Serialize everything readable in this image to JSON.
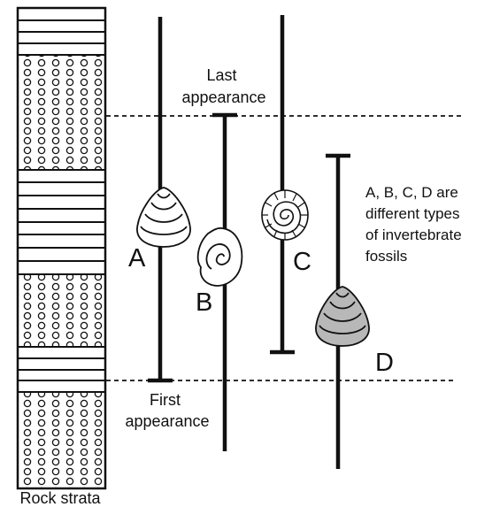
{
  "strata_label": "Rock strata",
  "last_appearance_label": [
    "Last",
    "appearance"
  ],
  "first_appearance_label": [
    "First",
    "appearance"
  ],
  "fossils": [
    {
      "letter": "A",
      "kind": "shell",
      "fill": "#ffffff"
    },
    {
      "letter": "B",
      "kind": "coiled",
      "fill": "#ffffff"
    },
    {
      "letter": "C",
      "kind": "ammonite",
      "fill": "#ffffff"
    },
    {
      "letter": "D",
      "kind": "shell",
      "fill": "#b8b8b8"
    }
  ],
  "legend_note": [
    "A, B, C, D are",
    "different types",
    "of invertebrate",
    "fossils"
  ]
}
